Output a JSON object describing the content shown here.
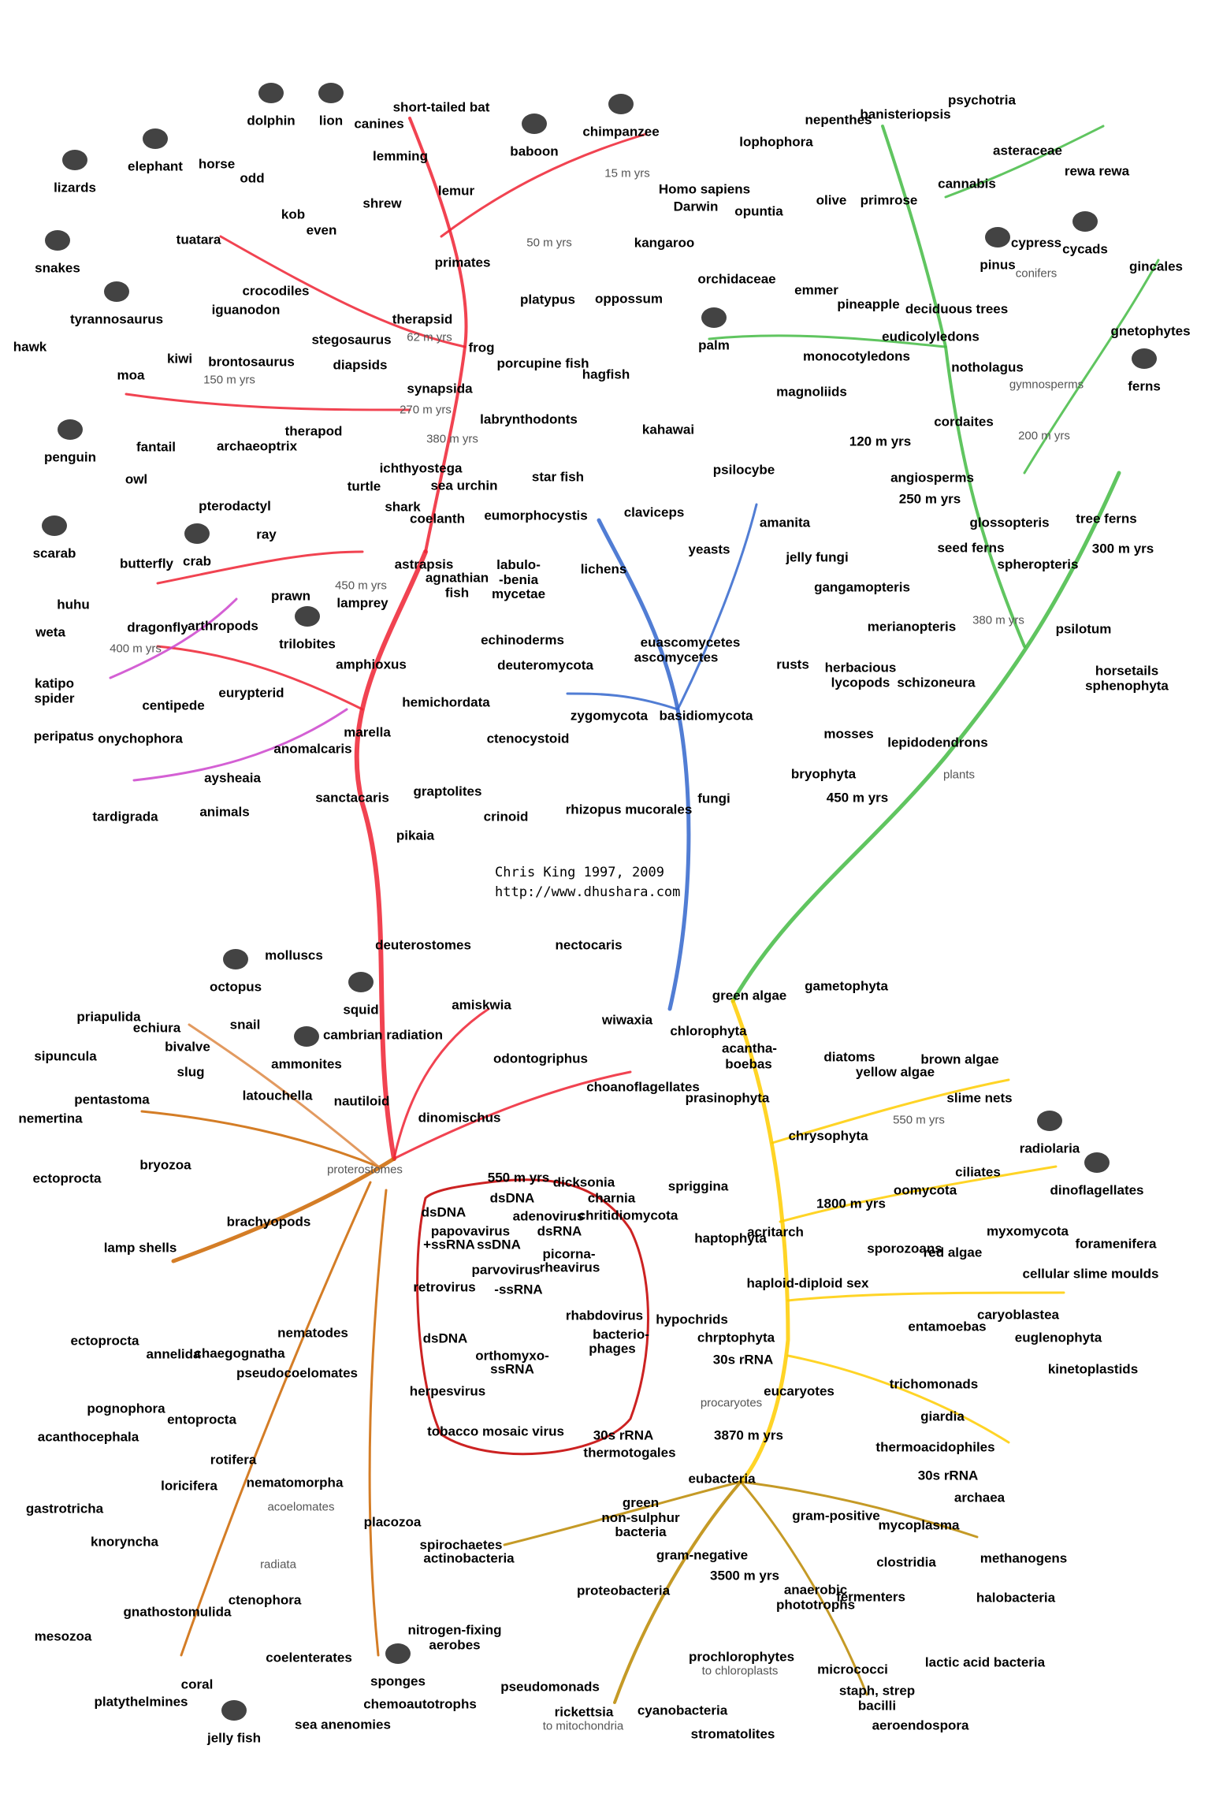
{
  "credit": {
    "author": "Chris King 1997, 2009",
    "url": "http://www.dhushara.com"
  },
  "labels": {
    "lizards": "lizards",
    "elephant": "elephant",
    "horse": "horse",
    "dolphin": "dolphin",
    "lion": "lion",
    "canines": "canines",
    "short_tailed_bat": "short-tailed bat",
    "baboon": "baboon",
    "chimpanzee": "chimpanzee",
    "lemming": "lemming",
    "shrew": "shrew",
    "lemur": "lemur",
    "odd": "odd",
    "kob": "kob",
    "even": "even",
    "homo_sapiens": "Homo sapiens",
    "darwin": "Darwin",
    "myrs15": "15  m yrs",
    "primates": "primates",
    "myrs50": "50 m yrs",
    "kangaroo": "kangaroo",
    "tuatara": "tuatara",
    "snakes": "snakes",
    "crocodiles": "crocodiles",
    "iguanodon": "iguanodon",
    "tyrannosaurus": "tyrannosaurus",
    "hawk": "hawk",
    "stegosaurus": "stegosaurus",
    "therapsid": "therapsid",
    "myrs62": "62  m yrs",
    "platypus": "platypus",
    "oppossum": "oppossum",
    "frog": "frog",
    "kiwi": "kiwi",
    "brontosaurus": "brontosaurus",
    "myrs150": "150 m yrs",
    "moa": "moa",
    "diapsids": "diapsids",
    "synapsida": "synapsida",
    "myrs270": "270 m yrs",
    "porcupine_fish": "porcupine fish",
    "hagfish": "hagfish",
    "kahawai": "kahawai",
    "penguin": "penguin",
    "fantail": "fantail",
    "owl": "owl",
    "therapod": "therapod",
    "archaeoptrix": "archaeoptrix",
    "labrynthodonts": "labrynthodonts",
    "myrs380": "380 m yrs",
    "ichthyostega": "ichthyostega",
    "turtle": "turtle",
    "sea_urchin": "sea urchin",
    "star_fish": "star fish",
    "pterodactyl": "pterodactyl",
    "shark": "shark",
    "coelanth": "coelanth",
    "eumorphocystis": "eumorphocystis",
    "scarab": "scarab",
    "butterfly": "butterfly",
    "crab": "crab",
    "ray": "ray",
    "astrapsis": "astrapsis",
    "agnathian_fish": "agnathian\nfish",
    "labulo": "labulo-\n-benia\nmycetae",
    "myrs450": "450 m yrs",
    "lamprey": "lamprey",
    "prawn": "prawn",
    "huhu": "huhu",
    "dragonfly": "dragonfly",
    "arthropods": "arthropods",
    "weta": "weta",
    "echinoderms": "echinoderms",
    "myrs400": "400 m yrs",
    "katipo_spider": "katipo\nspider",
    "eurypterid": "eurypterid",
    "trilobites": "trilobites",
    "amphioxus": "amphioxus",
    "hemichordata": "hemichordata",
    "deuteromycota": "deuteromycota",
    "centipede": "centipede",
    "peripatus": "peripatus",
    "onychophora": "onychophora",
    "marella": "marella",
    "anomalcaris": "anomalcaris",
    "ctenocystoid": "ctenocystoid",
    "aysheaia": "aysheaia",
    "sanctacaris": "sanctacaris",
    "graptolites": "graptolites",
    "tardigrada": "tardigrada",
    "animals": "animals",
    "pikaia": "pikaia",
    "crinoid": "crinoid",
    "zygomycota": "zygomycota",
    "rhizopus": "rhizopus mucorales",
    "basidiomycota": "basidiomycota",
    "fungi": "fungi",
    "psilocybe": "psilocybe",
    "amanita": "amanita",
    "claviceps": "claviceps",
    "yeasts": "yeasts",
    "lichens": "lichens",
    "jelly_fungi": "jelly fungi",
    "euascomycetes": "euascomycetes",
    "ascomycetes": "ascomycetes",
    "rusts": "rusts",
    "lophophora": "lophophora",
    "nepenthes": "nepenthes",
    "banisteriopsis": "banisteriopsis",
    "psychotria": "psychotria",
    "asteraceae": "asteraceae",
    "rewa_rewa": "rewa rewa",
    "cannabis": "cannabis",
    "olive": "olive",
    "primrose": "primrose",
    "opuntia": "opuntia",
    "orchidaceae": "orchidaceae",
    "emmer": "emmer",
    "pineapple": "pineapple",
    "deciduous_trees": "deciduous trees",
    "pinus": "pinus",
    "cypress": "cypress",
    "conifers": "conifers",
    "cycads": "cycads",
    "gincales": "gincales",
    "palm": "palm",
    "monocotyledons": "monocotyledons",
    "eudicolyledons": "eudicolyledons",
    "gnetophytes": "gnetophytes",
    "magnoliids": "magnoliids",
    "gymnosperms": "gymnosperms",
    "ferns": "ferns",
    "notholagus": "notholagus",
    "myrs120": "120 m yrs",
    "cordaites": "cordaites",
    "myrs200": "200 m yrs",
    "angiosperms": "angiosperms",
    "myrs250": "250 m yrs",
    "glossopteris": "glossopteris",
    "seed_ferns": "seed ferns",
    "tree_ferns": "tree ferns",
    "myrs300": "300 m yrs",
    "spheropteris": "spheropteris",
    "gangamopteris": "gangamopteris",
    "merianopteris": "merianopteris",
    "myrs380b": "380 m yrs",
    "psilotum": "psilotum",
    "herbacious": "herbacious\nlycopods",
    "schizoneura": "schizoneura",
    "horsetails": "horsetails\nsphenophyta",
    "mosses": "mosses",
    "lepidodendrons": "lepidodendrons",
    "bryophyta": "bryophyta",
    "plants": "plants",
    "myrs450b": "450 m yrs",
    "deuterostomes": "deuterostomes",
    "nectocaris": "nectocaris",
    "molluscs": "molluscs",
    "octopus": "octopus",
    "squid": "squid",
    "amiskwia": "amiskwia",
    "wiwaxia": "wiwaxia",
    "snail": "snail",
    "cambrian": "cambrian radiation",
    "priapulida": "priapulida",
    "echiura": "echiura",
    "sipuncula": "sipuncula",
    "bivalve": "bivalve",
    "slug": "slug",
    "ammonites": "ammonites",
    "odontogriphus": "odontogriphus",
    "pentastoma": "pentastoma",
    "latouchella": "latouchella",
    "nautiloid": "nautiloid",
    "choanoflagellates": "choanoflagellates",
    "dinomischus": "dinomischus",
    "nemertina": "nemertina",
    "proterostomes": "proterostomes",
    "bryozoa": "bryozoa",
    "ectoprocta": "ectoprocta",
    "myrs550": "550 m yrs",
    "dicksonia": "dicksonia",
    "charnia": "charnia",
    "spriggina": "spriggina",
    "lamp_shells": "lamp shells",
    "brachyopods": "brachyopods",
    "chritidiomycota": "chritidiomycota",
    "ectoprocta2": "ectoprocta",
    "annelida": "annelida",
    "chaegognatha": "chaegognatha",
    "nematodes": "nematodes",
    "pseudocoelomates": "pseudocoelomates",
    "pognophora": "pognophora",
    "entoprocta": "entoprocta",
    "acanthocephala": "acanthocephala",
    "rotifera": "rotifera",
    "gastrotricha": "gastrotricha",
    "loricifera": "loricifera",
    "nematomorpha": "nematomorpha",
    "acoelomates": "acoelomates",
    "placozoa": "placozoa",
    "knoryncha": "knoryncha",
    "radiata": "radiata",
    "ctenophora": "ctenophora",
    "gnathostomulida": "gnathostomulida",
    "mesozoa": "mesozoa",
    "coelenterates": "coelenterates",
    "sponges": "sponges",
    "coral": "coral",
    "platythelmines": "platythelmines",
    "jelly_fish": "jelly fish",
    "sea_anenomies": "sea anenomies",
    "dsDNA1": "dsDNA",
    "dsDNA2": "dsDNA",
    "adenovirus": "adenovirus",
    "papovavirus": "papovavirus",
    "ssRNA1": "+ssRNA",
    "ssDNA": "ssDNA",
    "dsRNA": "dsRNA",
    "picorna": "picorna-",
    "rheavirus": "rheavirus",
    "parvovirus": "parvovirus",
    "retrovirus": "retrovirus",
    "ssRNA2": "-ssRNA",
    "rhabdovirus": "rhabdovirus",
    "dsDNA3": "dsDNA",
    "orthomyxo": "orthomyxo-",
    "ssRNA3": "ssRNA",
    "bacterio": "bacterio-",
    "phages": "phages",
    "herpesvirus": "herpesvirus",
    "tobacco": "tobacco mosaic virus",
    "gametophyta": "gametophyta",
    "green_algae": "green algae",
    "chlorophyta": "chlorophyta",
    "acantha": "acantha-",
    "boebas": "boebas",
    "diatoms": "diatoms",
    "yellow_algae": "yellow algae",
    "brown_algae": "brown algae",
    "prasinophyta": "prasinophyta",
    "slime_nets": "slime nets",
    "chrysophyta": "chrysophyta",
    "myrs550b": "550 m yrs",
    "radiolaria": "radiolaria",
    "ciliates": "ciliates",
    "oomycota": "oomycota",
    "dinoflagellates": "dinoflagellates",
    "myrs1800": "1800 m yrs",
    "acritarch": "acritarch",
    "haptophyta": "haptophyta",
    "myxomycota": "myxomycota",
    "foramenifera": "foramenifera",
    "sporozoans": "sporozoans",
    "red_algae": "red algae",
    "haploid": "haploid-diploid sex",
    "cellular_slime": "cellular slime moulds",
    "hypochrids": "hypochrids",
    "caryoblastea": "caryoblastea",
    "entamoebas": "entamoebas",
    "chrptophyta": "chrptophyta",
    "euglenophyta": "euglenophyta",
    "rRNA30a": "30s rRNA",
    "kinetoplastids": "kinetoplastids",
    "eucaryotes": "eucaryotes",
    "trichomonads": "trichomonads",
    "procaryotes": "procaryotes",
    "giardia": "giardia",
    "rRNA30b": "30s rRNA",
    "myrs3870": "3870 m yrs",
    "thermoacidophiles": "thermoacidophiles",
    "thermotogales": "thermotogales",
    "eubacteria": "eubacteria",
    "rRNA30c": "30s rRNA",
    "archaea": "archaea",
    "green_ns": "green\nnon-sulphur\nbacteria",
    "gram_positive": "gram-positive",
    "mycoplasma": "mycoplasma",
    "spirochaetes": "spirochaetes",
    "actinobacteria": "actinobacteria",
    "gram_negative": "gram-negative",
    "clostridia": "clostridia",
    "methanogens": "methanogens",
    "myrs3500": "3500 m yrs",
    "proteobacteria": "proteobacteria",
    "anaerobic": "anaerobic\nphototrophs",
    "fermenters": "fermenters",
    "halobacteria": "halobacteria",
    "nitrogen_fixing": "nitrogen-fixing\naerobes",
    "prochlorophytes": "prochlorophytes",
    "to_chloroplasts": "to chloroplasts",
    "micrococci": "micrococci",
    "lactic": "lactic acid bacteria",
    "staph": "staph, strep\nbacilli",
    "aeroendospora": "aeroendospora",
    "pseudomonads": "pseudomonads",
    "chemoautotrophs": "chemoautotrophs",
    "rickettsia": "rickettsia",
    "to_mitochondria": "to mitochondria",
    "cyanobacteria": "cyanobacteria",
    "stromatolites": "stromatolites"
  },
  "colors": {
    "animals": "#e23",
    "fungi": "#36c",
    "plants": "#4b4",
    "protists": "#fc0",
    "bacteria": "#b80",
    "proto": "#c60",
    "virus": "#c22"
  }
}
